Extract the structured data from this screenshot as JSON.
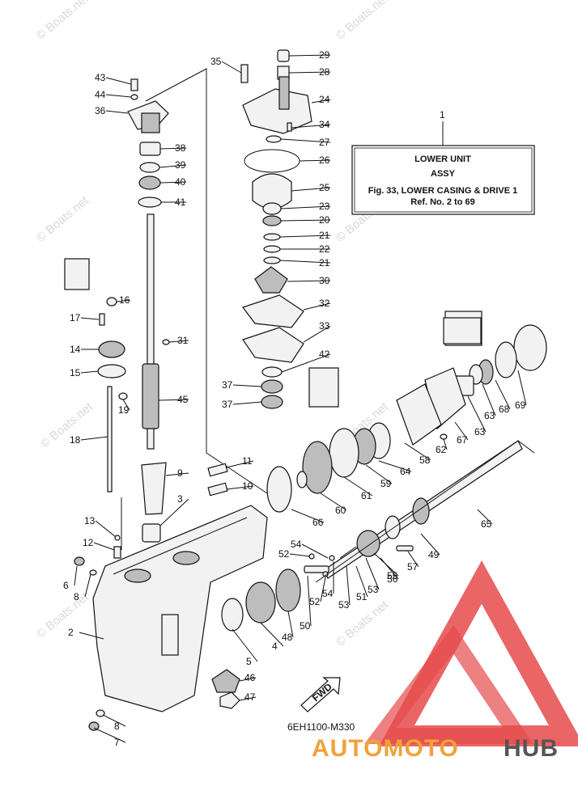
{
  "watermarks": [
    "© Boats.net",
    "© Boats.net",
    "© Boats.net",
    "© Boats.net",
    "© Boats.net",
    "© Boats.net",
    "© Boats.net",
    "© Boats.net"
  ],
  "info_box": {
    "number": "1",
    "line1": "LOWER UNIT",
    "line2": "ASSY",
    "line3": "Fig. 33, LOWER CASING & DRIVE 1",
    "line4": "Ref. No. 2 to 69"
  },
  "diagram_code": "6EH1100-M330",
  "fwd_label": "FWD",
  "brand": {
    "part1": "AUTOMOTO",
    "part2": "HUB",
    "color1": "#f0a23a",
    "color2": "#555555",
    "logo_color": "#e64a4a"
  },
  "callouts": [
    "43",
    "44",
    "36",
    "38",
    "39",
    "40",
    "41",
    "35",
    "29",
    "28",
    "24",
    "34",
    "27",
    "26",
    "25",
    "23",
    "20",
    "21",
    "22",
    "21",
    "30",
    "32",
    "33",
    "42",
    "37",
    "37",
    "16",
    "17",
    "14",
    "15",
    "19",
    "18",
    "31",
    "45",
    "11",
    "10",
    "9",
    "3",
    "13",
    "12",
    "6",
    "8",
    "2",
    "8",
    "7",
    "5",
    "4",
    "46",
    "47",
    "48",
    "50",
    "52",
    "54",
    "52",
    "54",
    "53",
    "51",
    "53",
    "56",
    "55",
    "57",
    "49",
    "65",
    "66",
    "60",
    "61",
    "59",
    "64",
    "58",
    "67",
    "62",
    "63",
    "63",
    "68",
    "69"
  ]
}
